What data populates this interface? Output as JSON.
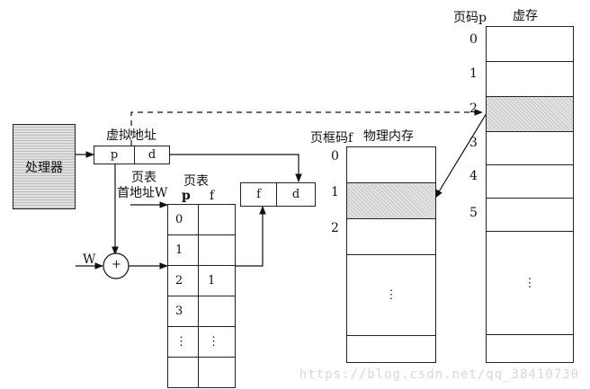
{
  "processor_label": "处理器",
  "virtual_address": {
    "title": "虚拟地址",
    "p": "p",
    "d": "d"
  },
  "page_table_base": {
    "line1": "页表",
    "line2": "首地址W"
  },
  "adder": {
    "input": "W",
    "symbol": "+"
  },
  "page_table": {
    "title": "页表",
    "header_p": "p",
    "header_f": "f",
    "rows": [
      {
        "p": "0",
        "f": ""
      },
      {
        "p": "1",
        "f": ""
      },
      {
        "p": "2",
        "f": "1"
      },
      {
        "p": "3",
        "f": ""
      },
      {
        "p": "⋮",
        "f": "⋮"
      },
      {
        "p": "",
        "f": ""
      }
    ]
  },
  "physical_address": {
    "f": "f",
    "d": "d"
  },
  "physical_memory": {
    "frame_label": "页框码f",
    "title": "物理内存",
    "frames": [
      "0",
      "1",
      "2"
    ],
    "dots": "⋮"
  },
  "virtual_memory": {
    "page_label": "页码p",
    "title": "虚存",
    "pages": [
      "0",
      "1",
      "2",
      "3",
      "4",
      "5"
    ],
    "dots": "⋮"
  },
  "watermark": "https://blog.csdn.net/qq_38410730"
}
